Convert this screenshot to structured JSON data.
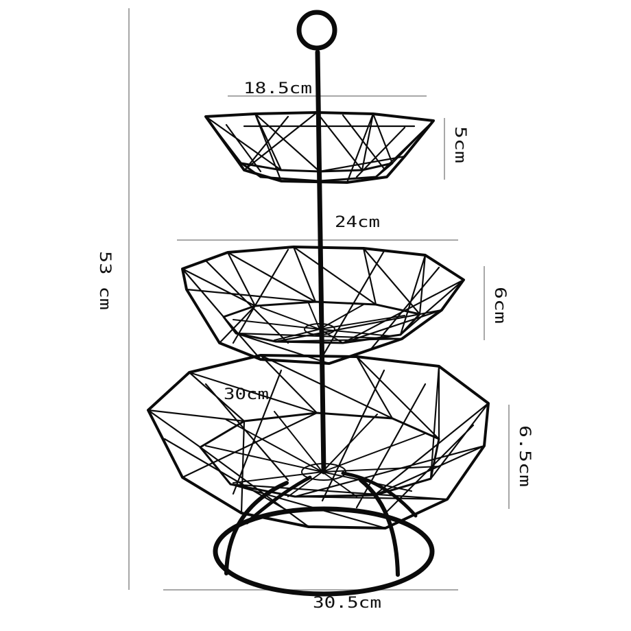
{
  "product": {
    "wire_color": "#0b0b0b",
    "guide_color": "#8a8a8a",
    "background_color": "#ffffff"
  },
  "dimensions": {
    "total_height": "53 cm",
    "top_tier_diameter": "18.5cm",
    "top_tier_height": "5cm",
    "middle_tier_diameter": "24cm",
    "middle_tier_height": "6cm",
    "bottom_tier_diameter": "30cm",
    "bottom_tier_height": "6.5cm",
    "base_width": "30.5cm"
  }
}
